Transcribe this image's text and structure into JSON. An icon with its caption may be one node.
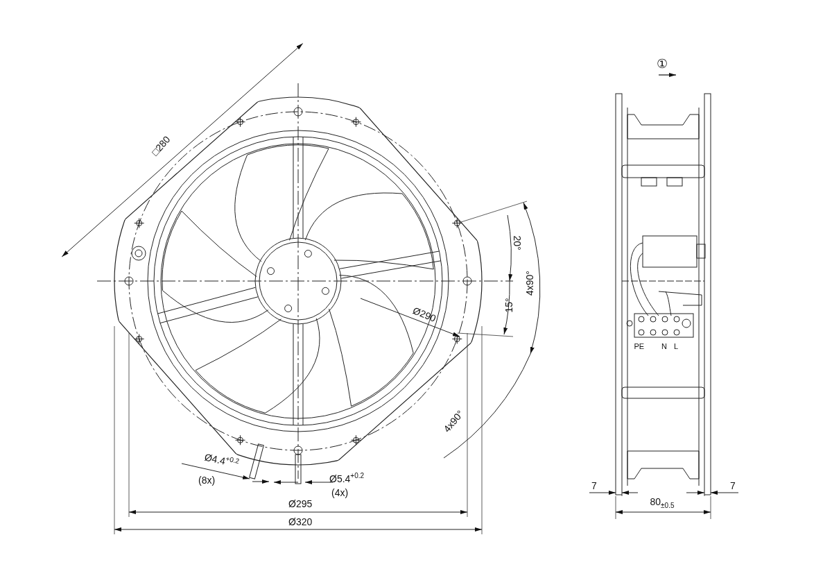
{
  "diagram": {
    "labels": [
      "①",
      "□280",
      "20°",
      "4x90°",
      "15°",
      "Ø290",
      "PE",
      "N",
      "L",
      "4x90°",
      "Ø4.4$^{+0.2}$",
      "(8x)",
      "Ø5.4$^{+0.2}$",
      "(4x)",
      "7",
      "7",
      "Ø295",
      "80$_{±0.5}$",
      "Ø320"
    ]
  }
}
